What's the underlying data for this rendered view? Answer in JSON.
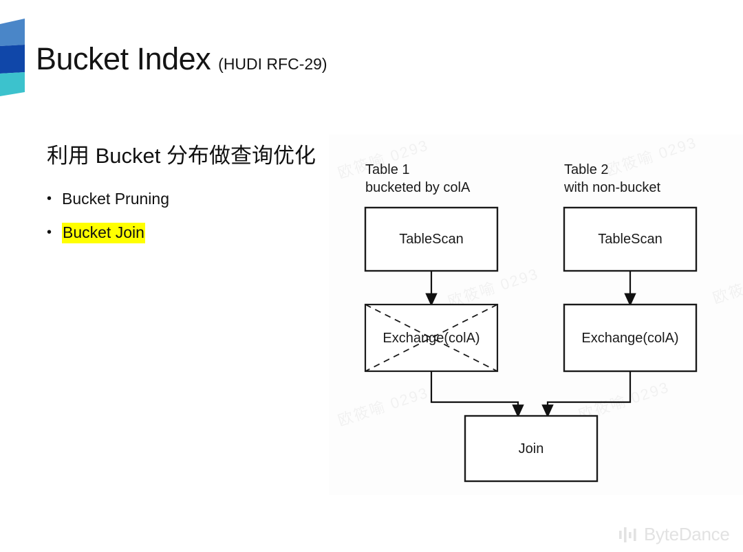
{
  "slide": {
    "title_main": "Bucket Index",
    "title_sub": "(HUDI RFC-29)",
    "lead_heading": "利用 Bucket 分布做查询优化",
    "bullets": [
      {
        "label": "Bucket Pruning",
        "highlighted": false
      },
      {
        "label": "Bucket Join",
        "highlighted": true
      }
    ],
    "highlight_color": "#ffff00"
  },
  "brand": {
    "top_band_color": "#4a86c8",
    "mid_band_color": "#1047a9",
    "bottom_band_color": "#3cc2cd"
  },
  "diagram": {
    "columns": [
      {
        "caption_line1": "Table 1",
        "caption_line2": "bucketed by colA",
        "scan_label": "TableScan",
        "exchange_label": "Exchange(colA)",
        "exchange_eliminated": true
      },
      {
        "caption_line1": "Table 2",
        "caption_line2": "with non-bucket",
        "scan_label": "TableScan",
        "exchange_label": "Exchange(colA)",
        "exchange_eliminated": false
      }
    ],
    "join_label": "Join",
    "watermark_text": "欧筱喻 0293"
  },
  "footer": {
    "wordmark": "ByteDance"
  }
}
